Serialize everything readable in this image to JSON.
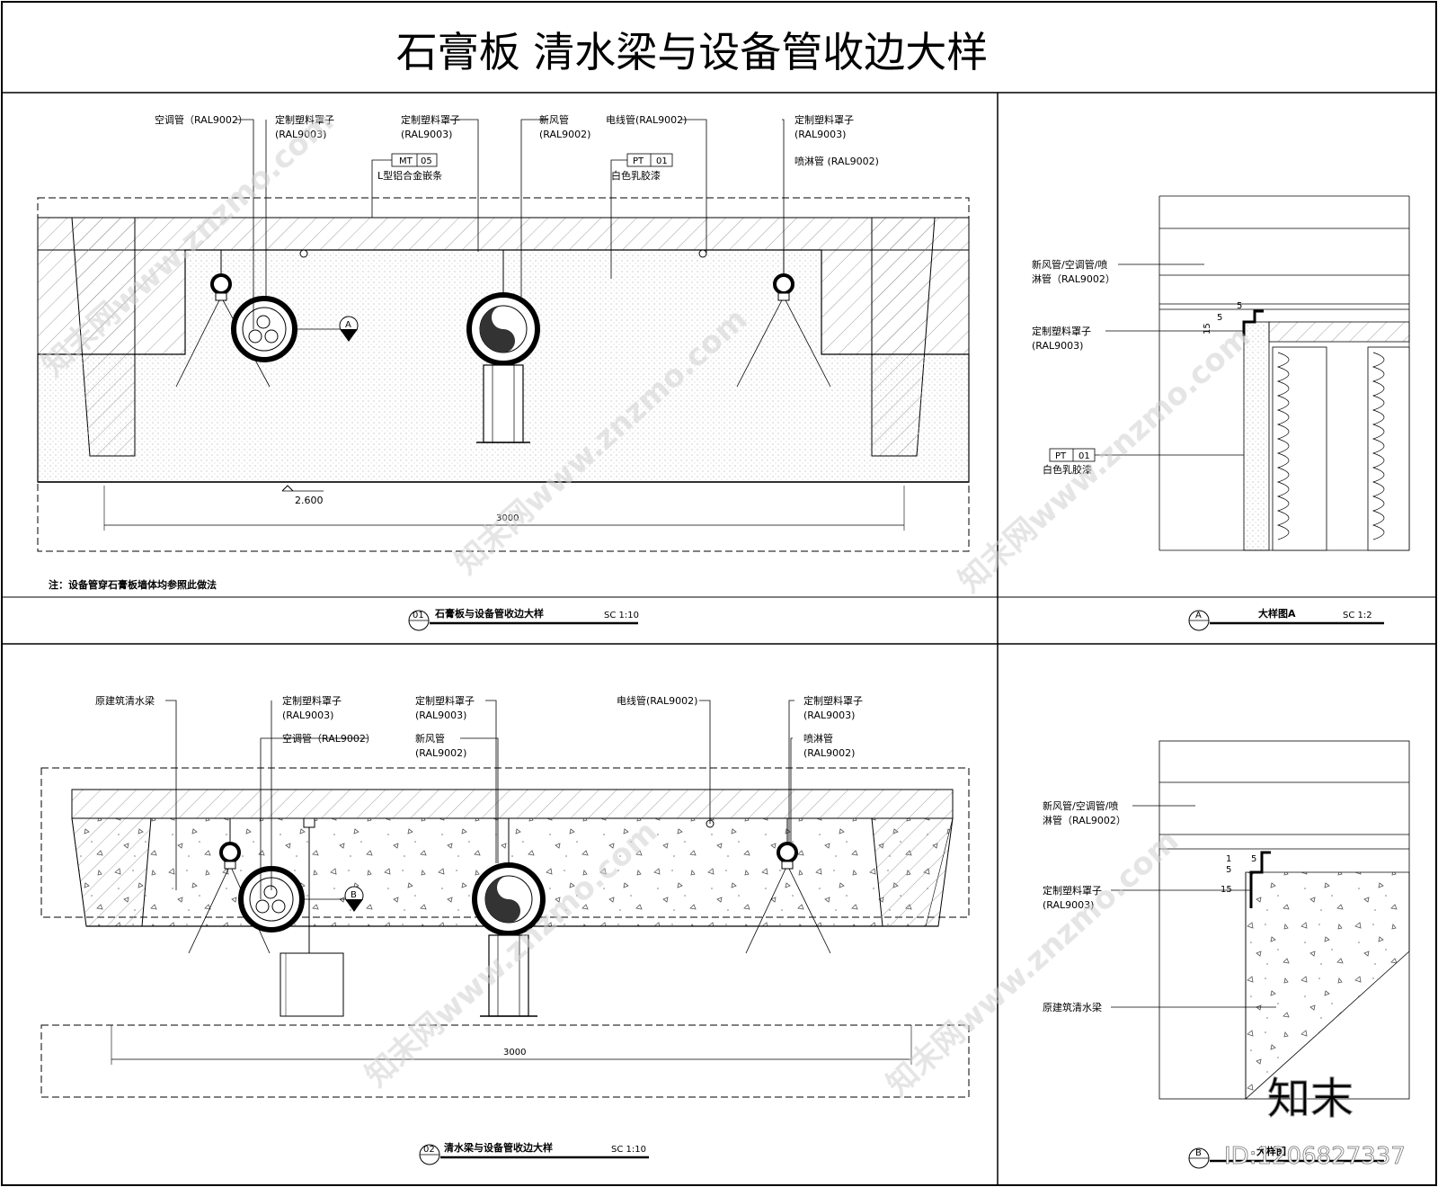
{
  "title": "石膏板 清水梁与设备管收边大样",
  "panel1": {
    "labels": {
      "ac_pipe": "空调管（RAL9002）",
      "cover_a": "定制塑料罩子",
      "cover_a_code": "(RAL9003)",
      "cover_b": "定制塑料罩子",
      "cover_b_code": "(RAL9003)",
      "fresh_air": "新风管",
      "fresh_air_code": "(RAL9002)",
      "wire_pipe": "电线管(RAL9002)",
      "cover_c": "定制塑料罩子",
      "cover_c_code": "(RAL9003)",
      "sprinkler": "喷淋管 (RAL9002)",
      "mt_tag": "MT",
      "mt_num": "05",
      "mt_desc": "L型铝合金嵌条",
      "pt_tag": "PT",
      "pt_num": "01",
      "pt_desc": "白色乳胶漆"
    },
    "section_tag": "A",
    "level": "2.600",
    "dimension": "3000",
    "note": "注：设备管穿石膏板墙体均参照此做法",
    "caption": "石膏板与设备管收边大样",
    "caption_num": "01",
    "scale": "SC 1:10"
  },
  "detailA": {
    "label_pipes_1": "新风管/空调管/喷",
    "label_pipes_2": "淋管（RAL9002）",
    "label_cover": "定制塑料罩子",
    "label_cover_code": "(RAL9003)",
    "pt_tag": "PT",
    "pt_num": "01",
    "pt_desc": "白色乳胶漆",
    "dim_5": "5",
    "dim_5b": "5",
    "dim_15": "15",
    "caption": "大样图A",
    "caption_num": "A",
    "scale": "SC 1:2"
  },
  "panel2": {
    "labels": {
      "beam": "原建筑清水梁",
      "cover_a": "定制塑料罩子",
      "cover_a_code": "(RAL9003)",
      "ac_pipe": "空调管（RAL9002）",
      "cover_b": "定制塑料罩子",
      "cover_b_code": "(RAL9003)",
      "fresh_air": "新风管",
      "fresh_air_code": "(RAL9002)",
      "wire_pipe": "电线管(RAL9002)",
      "cover_c": "定制塑料罩子",
      "cover_c_code": "(RAL9003)",
      "sprinkler": "喷淋管",
      "sprinkler_code": "(RAL9002)"
    },
    "section_tag": "B",
    "dimension": "3000",
    "caption": "清水梁与设备管收边大样",
    "caption_num": "02",
    "scale": "SC 1:10"
  },
  "detailB": {
    "label_pipes_1": "新风管/空调管/喷",
    "label_pipes_2": "淋管（RAL9002）",
    "label_cover": "定制塑料罩子",
    "label_cover_code": "(RAL9003)",
    "label_beam": "原建筑清水梁",
    "dim_5": "5",
    "dim_1": "1",
    "dim_5b": "5",
    "dim_15": "15",
    "caption": "大样图",
    "caption_num": "B"
  },
  "watermark": {
    "brand": "知末网www.znzmo.com",
    "logo": "知末",
    "id": "ID:1206827337"
  }
}
